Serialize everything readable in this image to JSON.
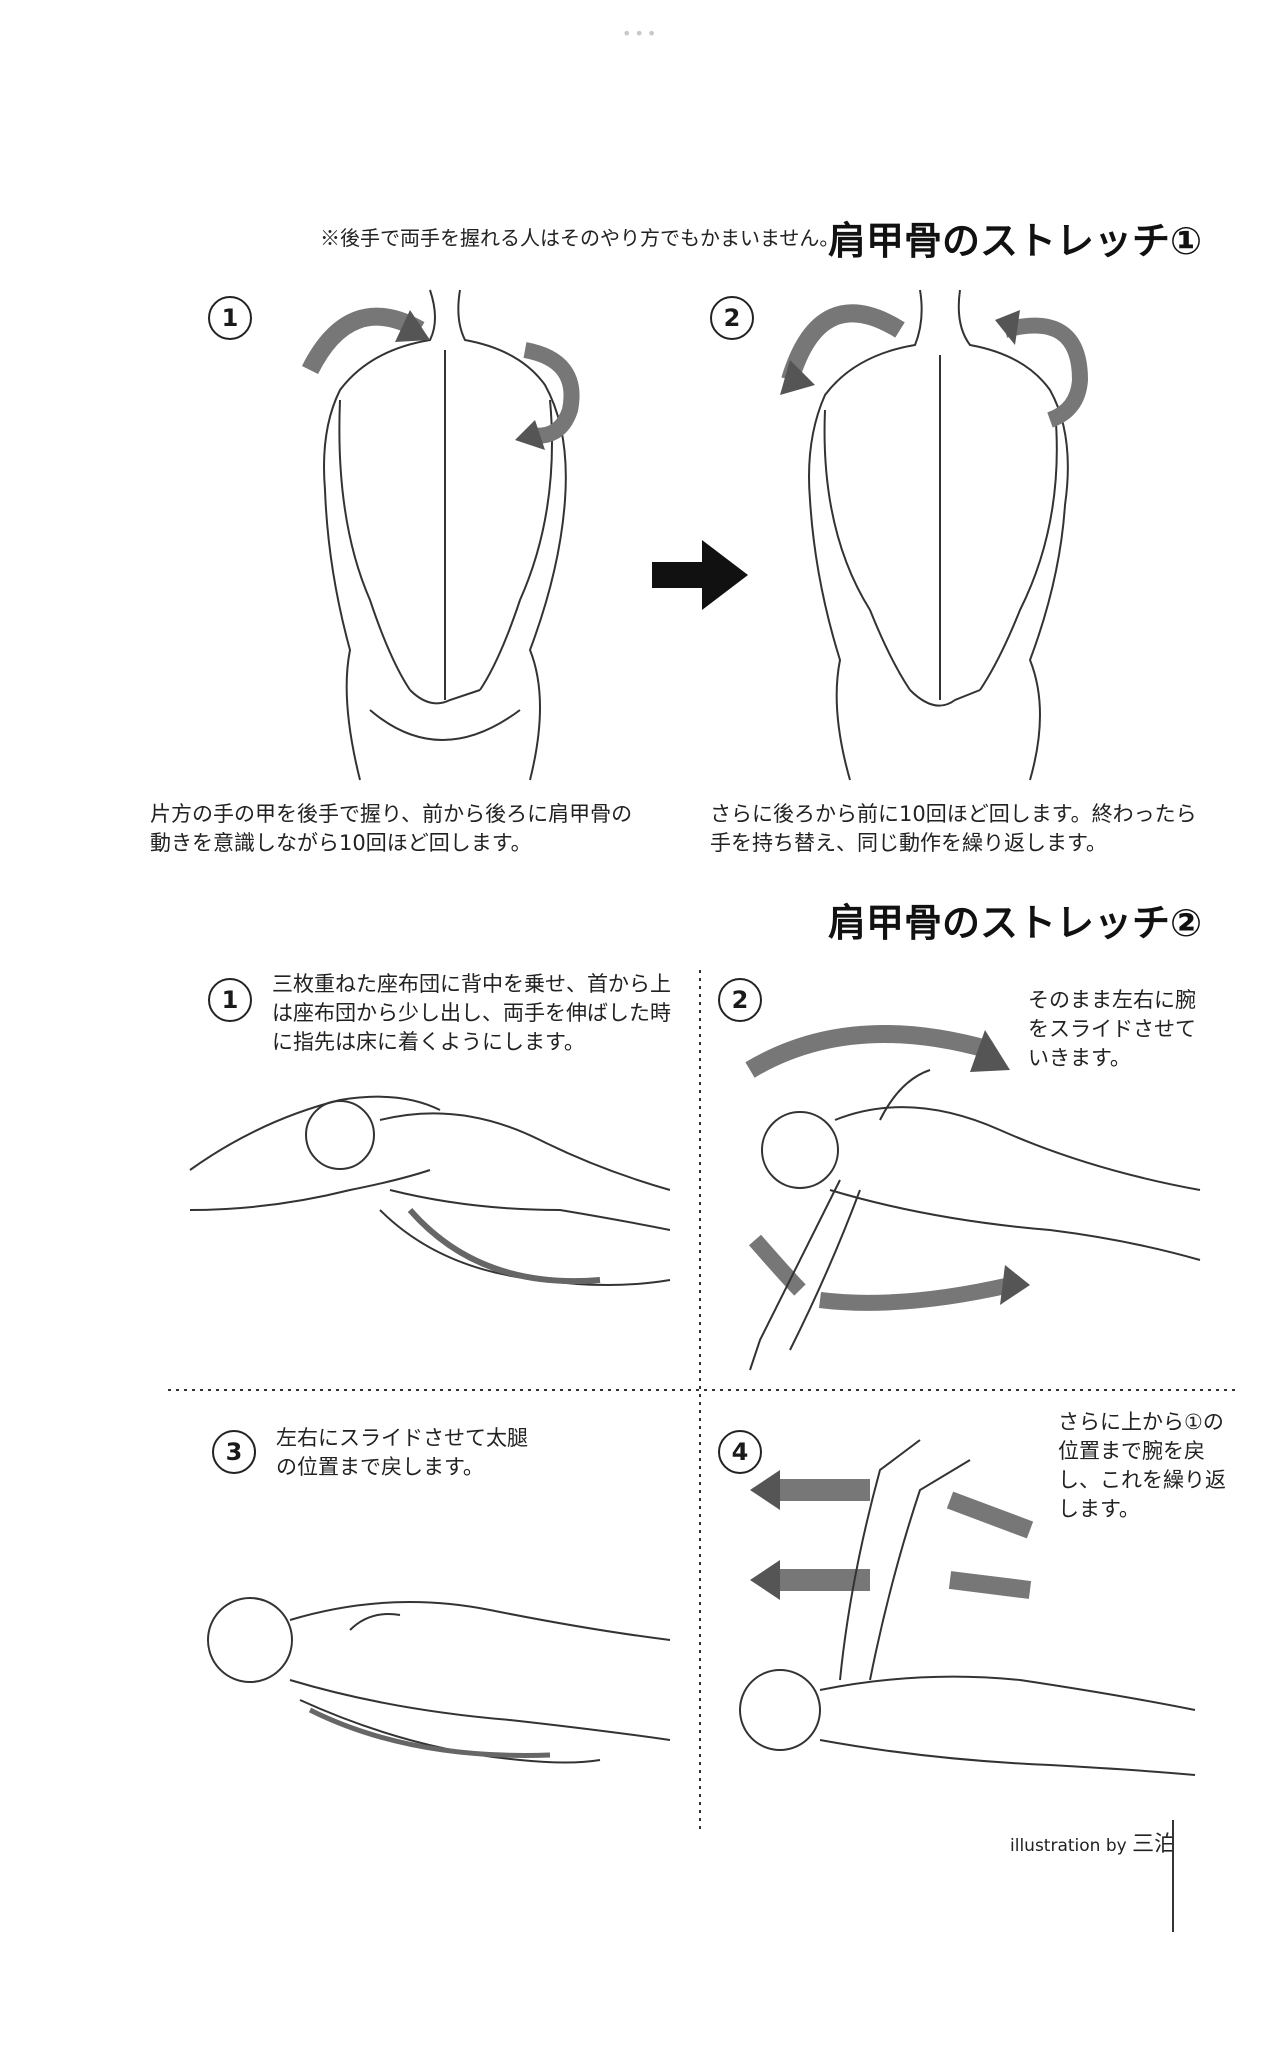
{
  "header_dots": "•••",
  "section1": {
    "note": "※後手で両手を握れる人はそのやり方でもかまいません。",
    "title": "肩甲骨のストレッチ①",
    "steps": [
      {
        "num": "1",
        "caption": "片方の手の甲を後手で握り、前から後ろに肩甲骨の動きを意識しながら10回ほど回します。"
      },
      {
        "num": "2",
        "caption": "さらに後ろから前に10回ほど回します。終わったら手を持ち替え、同じ動作を繰り返します。"
      }
    ]
  },
  "section2": {
    "title": "肩甲骨のストレッチ②",
    "steps": [
      {
        "num": "1",
        "caption": "三枚重ねた座布団に背中を乗せ、首から上は座布団から少し出し、両手を伸ばした時に指先は床に着くようにします。"
      },
      {
        "num": "2",
        "caption": "そのまま左右に腕をスライドさせていきます。"
      },
      {
        "num": "3",
        "caption": "左右にスライドさせて太腿の位置まで戻します。"
      },
      {
        "num": "4",
        "caption": "さらに上から①の位置まで腕を戻し、これを繰り返します。"
      }
    ]
  },
  "credit": {
    "prefix": "illustration by",
    "name": "三泊"
  }
}
